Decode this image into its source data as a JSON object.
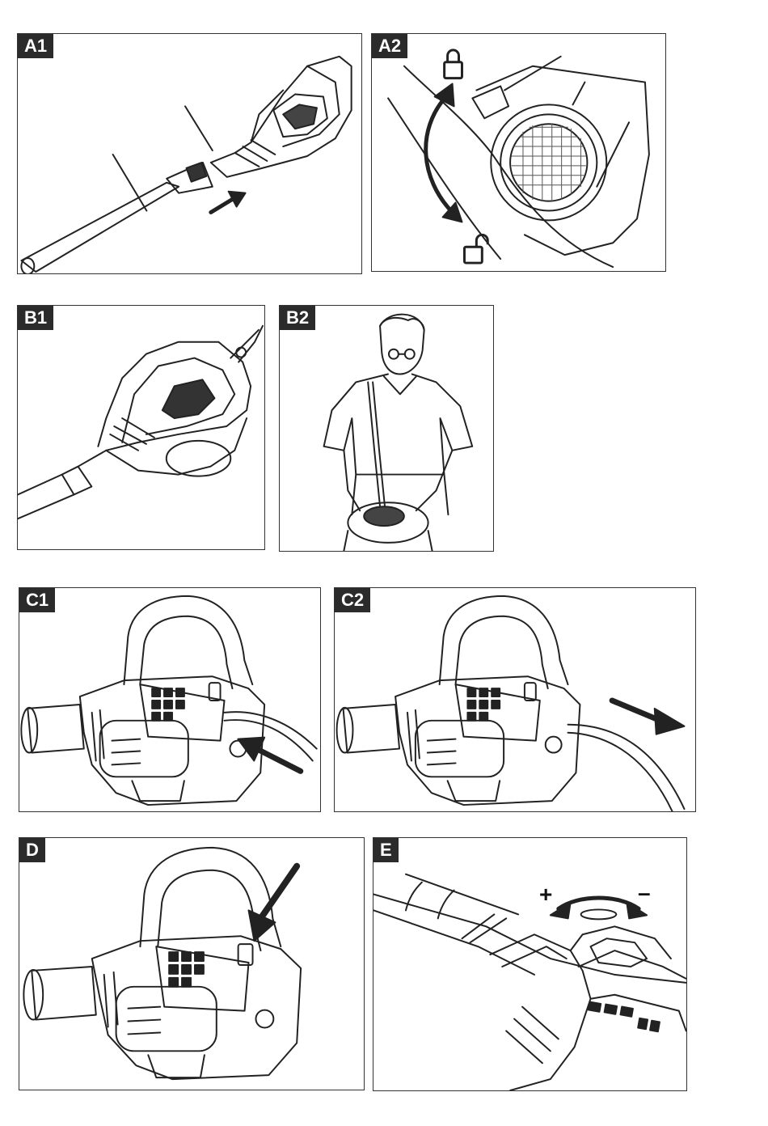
{
  "figures": [
    {
      "id": "A1",
      "label": "A1"
    },
    {
      "id": "A2",
      "label": "A2"
    },
    {
      "id": "B1",
      "label": "B1"
    },
    {
      "id": "B2",
      "label": "B2"
    },
    {
      "id": "C1",
      "label": "C1"
    },
    {
      "id": "C2",
      "label": "C2"
    },
    {
      "id": "D",
      "label": "D"
    },
    {
      "id": "E",
      "label": "E",
      "plus": "+",
      "minus": "–"
    }
  ],
  "icons": {
    "lock": "lock-closed-icon",
    "unlock": "lock-open-icon",
    "arrow": "arrow-icon"
  },
  "colors": {
    "line": "#222222",
    "label_bg": "#2b2b2b",
    "label_text": "#ffffff"
  }
}
